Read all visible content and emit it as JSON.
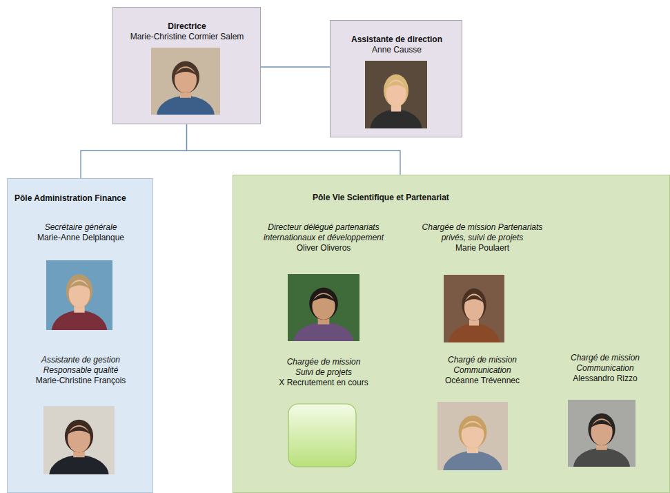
{
  "diagram": {
    "nodes": [
      {
        "text": [
          "Directrice",
          "Marie-Christine Cormier Salem"
        ]
      },
      {
        "text": [
          "Assistante de direction",
          "Anne Causse"
        ]
      },
      {
        "text": [
          "Pôle Administration Finance",
          "Secrétaire générale",
          "Marie-Anne Delplanque",
          "Assistante de gestion Responsable qualité",
          "Marie-Christine François"
        ]
      },
      {
        "text": [
          "Pôle Vie Scientifique et Partenariat",
          "Directeur délégué partenariats internationaux et développement",
          "Oliver Oliveros",
          "Chargée de mission Partenariats privés, suivi de projets",
          "Marie Poulaert",
          "Chargée de mission Suivi de projets",
          "X Recrutement en cours",
          "Chargé de mission Communication",
          "Océanne Trévennec",
          "Chargé de mission Communication",
          "Alessandro Rizzo"
        ]
      }
    ],
    "edges": [
      {
        "from": 0,
        "to": 1,
        "arrow": "none"
      },
      {
        "from": 0,
        "to": 2,
        "arrow": "none"
      },
      {
        "from": 0,
        "to": 3,
        "arrow": "none"
      }
    ]
  }
}
